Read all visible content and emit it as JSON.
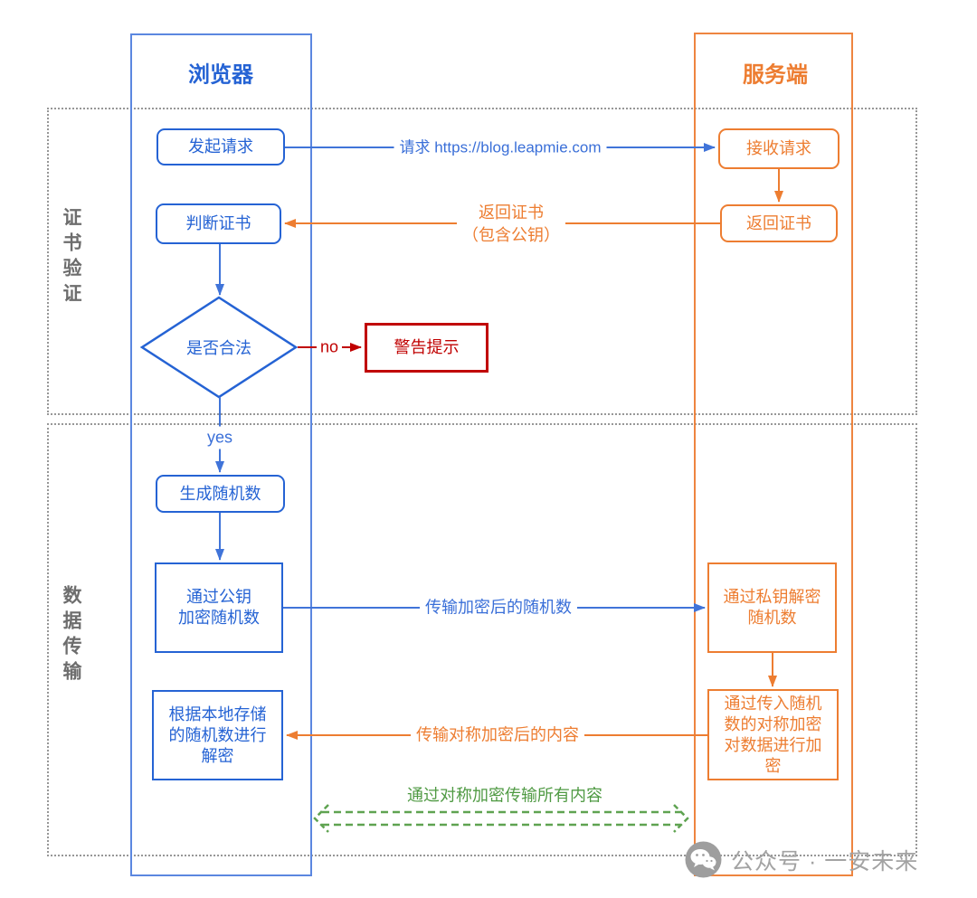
{
  "lanes": {
    "browser": {
      "label": "浏览器",
      "color": "#2563d4"
    },
    "server": {
      "label": "服务端",
      "color": "#ed7d31"
    }
  },
  "sections": {
    "cert": {
      "label": "证书验证"
    },
    "data": {
      "label": "数据传输"
    }
  },
  "nodes": {
    "initiate": {
      "label": "发起请求"
    },
    "judge": {
      "label": "判断证书"
    },
    "validity": {
      "label": "是否合法"
    },
    "warning": {
      "label": "警告提示"
    },
    "gen_random": {
      "label": "生成随机数"
    },
    "encrypt_pub": {
      "label": "通过公钥\n加密随机数"
    },
    "local_decrypt": {
      "label": "根据本地存储\n的随机数进行\n解密"
    },
    "receive": {
      "label": "接收请求"
    },
    "return_cert": {
      "label": "返回证书"
    },
    "decrypt_priv": {
      "label": "通过私钥解密\n随机数"
    },
    "sym_encrypt": {
      "label": "通过传入随机\n数的对称加密\n对数据进行加\n密"
    }
  },
  "edges": {
    "request": {
      "label": "请求 https://blog.leapmie.com"
    },
    "return_cert_note": {
      "label": "返回证书\n（包含公钥）"
    },
    "no": {
      "label": "no"
    },
    "yes": {
      "label": "yes"
    },
    "send_random": {
      "label": "传输加密后的随机数"
    },
    "send_content": {
      "label": "传输对称加密后的内容"
    },
    "sym_all": {
      "label": "通过对称加密传输所有内容"
    }
  },
  "watermark": {
    "icon": "wechat-icon",
    "text": "公众号 · 一安未来"
  },
  "colors": {
    "blue": "#2563d4",
    "blue_line": "#4074d9",
    "orange": "#ed7d31",
    "red": "#c00000",
    "green": "#5fa351",
    "gray_dotted": "#979797",
    "gray_label": "#6d6d6d",
    "watermark_gray": "#a3a3a3"
  }
}
